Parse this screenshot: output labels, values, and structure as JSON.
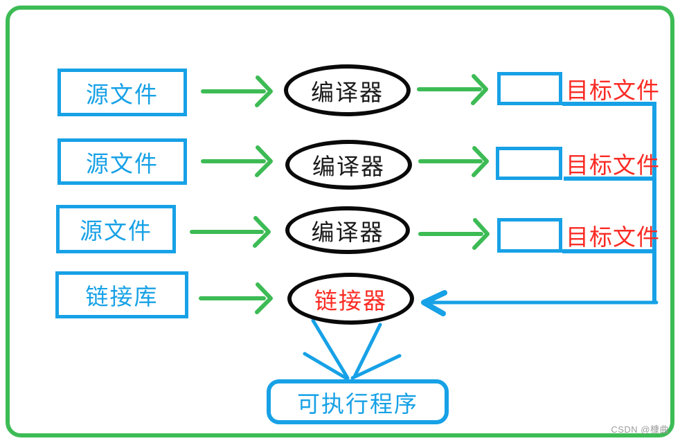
{
  "diagram": {
    "rows": [
      {
        "source": "源文件",
        "processor": "编译器",
        "output": "目标文件"
      },
      {
        "source": "源文件",
        "processor": "编译器",
        "output": "目标文件"
      },
      {
        "source": "源文件",
        "processor": "编译器",
        "output": "目标文件"
      }
    ],
    "linker_row": {
      "source": "链接库",
      "processor": "链接器"
    },
    "executable": {
      "label": "可执行程序"
    },
    "watermark": "CSDN @槺曲",
    "colors": {
      "box_and_line_blue": "#17A1E6",
      "arrow_and_frame_green": "#3DBB55",
      "label_red": "#FA2B24",
      "ellipse_black": "#0A0A0A",
      "watermark_gray": "#9C9C9C"
    }
  }
}
